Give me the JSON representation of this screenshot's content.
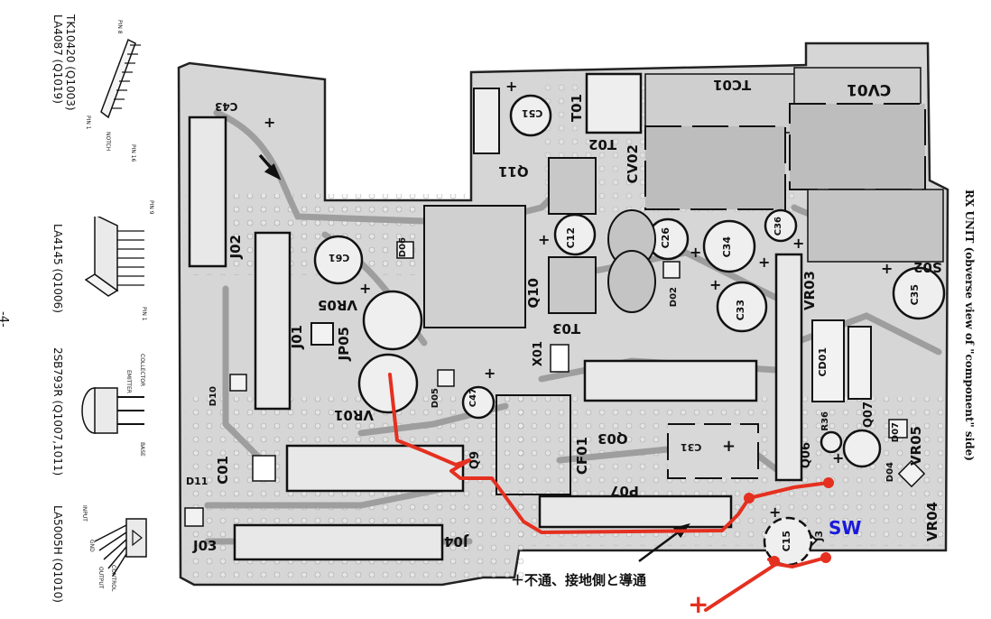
{
  "page": {
    "page_number": "-4-",
    "board_title": "RX UNIT (obverse view of \"component\" side)"
  },
  "ic_legends": [
    {
      "part": "TK10420 (Q1003)",
      "part2": "LA4087 (Q1019)",
      "pin_top": "PIN 8",
      "pin_a": "PIN 1",
      "pin_b": "NOTCH",
      "pin_c": "PIN 16"
    },
    {
      "part": "LA4145 (Q1006)",
      "pin_top": "PIN 9",
      "pin_a": "PIN 1"
    },
    {
      "part": "2SB793R (Q1007,1011)",
      "pin_a": "COLLECTOR",
      "pin_b": "EMITTER",
      "pin_c": "BASE"
    },
    {
      "part": "LA5005H (Q1010)",
      "pin_a": "INPUT",
      "pin_b": "GND",
      "pin_c": "OUTPUT",
      "pin_d": "CONTROL"
    }
  ],
  "components": {
    "C43": "C43",
    "J02": "J02",
    "C61": "C61",
    "D06": "D06",
    "VR05a": "VR05",
    "J01": "J01",
    "JP05": "JP05",
    "D10": "D10",
    "VR01": "VR01",
    "D05": "D05",
    "C47": "C47",
    "C01": "C01",
    "D11": "D11",
    "J03": "J03",
    "J04": "J04",
    "Q11": "Q11",
    "C51": "C51",
    "T01": "T01",
    "T02": "T02",
    "CV02": "CV02",
    "TC01": "TC01",
    "CV01": "CV01",
    "C12": "C12",
    "C26": "C26",
    "D02": "D02",
    "C34": "C34",
    "C36": "C36",
    "C33": "C33",
    "Q10": "Q10",
    "T03": "T03",
    "X01": "X01",
    "S02": "S02",
    "C35": "C35",
    "VR03": "VR03",
    "CD01": "CD01",
    "Q07": "Q07",
    "R36": "R36",
    "D07": "D07",
    "VR05b": "VR05",
    "Q03": "Q03",
    "CF01": "CF01",
    "Q9": "Q9",
    "C31": "C31",
    "Q06": "Q06",
    "D04": "D04",
    "P07": "P07",
    "C15": "C15",
    "J3": "J3",
    "VR04": "VR04"
  },
  "annotations": {
    "note": "＋不通、接地側と導通",
    "sw": "SW",
    "plus": "+"
  },
  "colors": {
    "board": "#d8d8d8",
    "copper": "#a7a7a7",
    "pad": "#f0f0f0",
    "silk": "#111111",
    "red_wire": "#e53020",
    "sw_blue": "#1a1adb"
  }
}
